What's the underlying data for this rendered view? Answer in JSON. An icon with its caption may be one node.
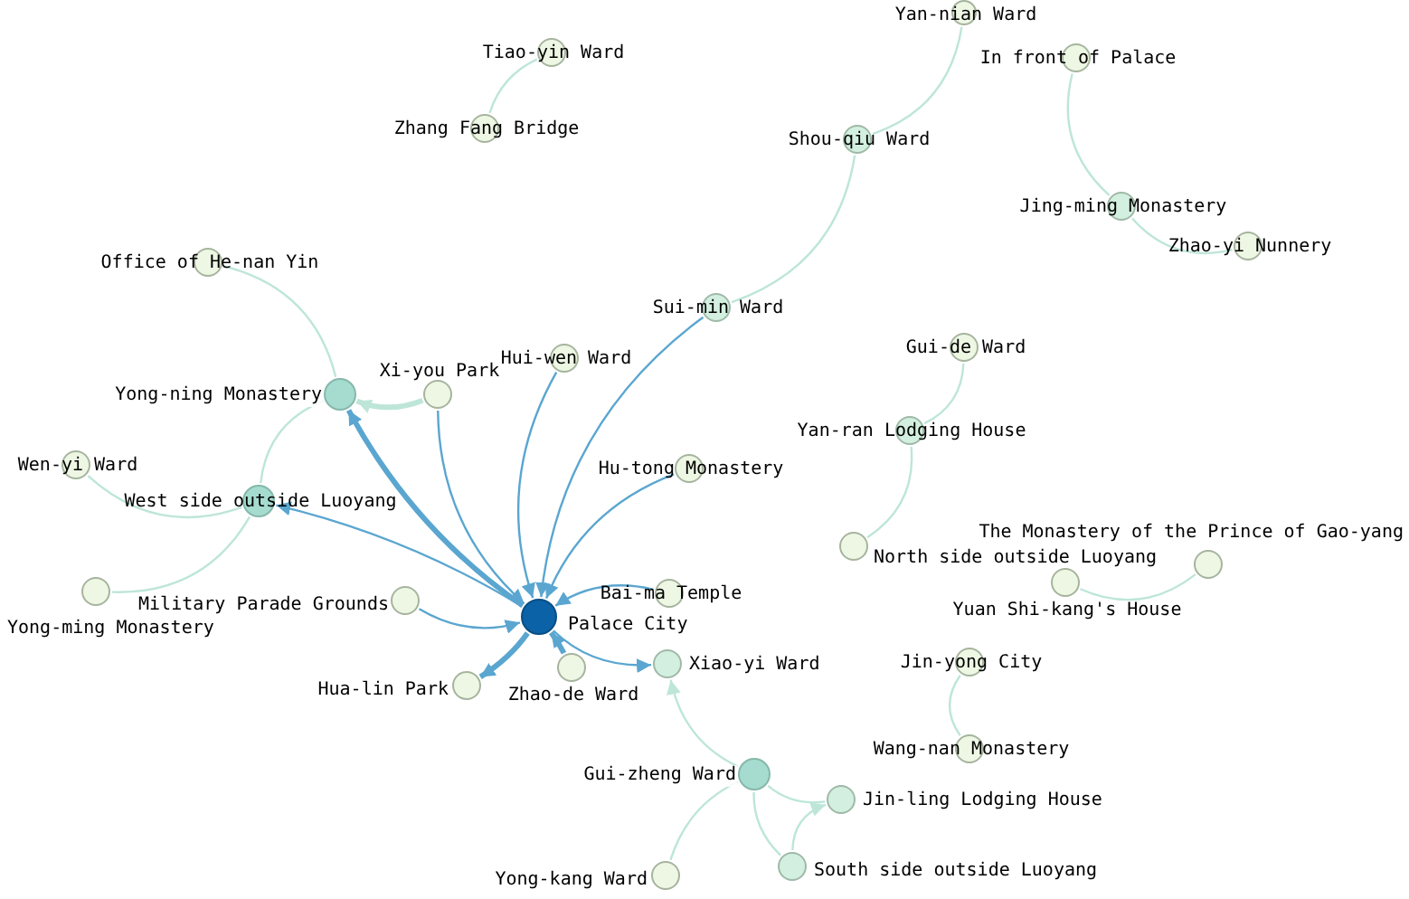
{
  "diagram": {
    "nodes": [
      {
        "text": [
          "Palace City"
        ]
      },
      {
        "text": [
          "Yong-ning Monastery"
        ]
      },
      {
        "text": [
          "Xi-you Park"
        ]
      },
      {
        "text": [
          "Hui-wen Ward"
        ]
      },
      {
        "text": [
          "Hu-tong Monastery"
        ]
      },
      {
        "text": [
          "Sui-min Ward"
        ]
      },
      {
        "text": [
          "Office of He-nan Yin"
        ]
      },
      {
        "text": [
          "West side outside Luoyang"
        ]
      },
      {
        "text": [
          "Wen-yi Ward"
        ]
      },
      {
        "text": [
          "Yong-ming Monastery"
        ]
      },
      {
        "text": [
          "Military Parade Grounds"
        ]
      },
      {
        "text": [
          "Bai-ma Temple"
        ]
      },
      {
        "text": [
          "Zhao-de Ward"
        ]
      },
      {
        "text": [
          "Hua-lin Park"
        ]
      },
      {
        "text": [
          "Xiao-yi Ward"
        ]
      },
      {
        "text": [
          "Gui-zheng Ward"
        ]
      },
      {
        "text": [
          "Jin-ling Lodging House"
        ]
      },
      {
        "text": [
          "South side outside Luoyang"
        ]
      },
      {
        "text": [
          "Yong-kang Ward"
        ]
      },
      {
        "text": [
          "Tiao-yin Ward"
        ]
      },
      {
        "text": [
          "Zhang Fang Bridge"
        ]
      },
      {
        "text": [
          "Yan-nian Ward"
        ]
      },
      {
        "text": [
          "In front of Palace"
        ]
      },
      {
        "text": [
          "Shou-qiu Ward"
        ]
      },
      {
        "text": [
          "Jing-ming Monastery"
        ]
      },
      {
        "text": [
          "Zhao-yi Nunnery"
        ]
      },
      {
        "text": [
          "Gui-de Ward"
        ]
      },
      {
        "text": [
          "Yan-ran Lodging House"
        ]
      },
      {
        "text": [
          "North side outside Luoyang"
        ]
      },
      {
        "text": [
          "The Monastery of the Prince of Gao-yang"
        ]
      },
      {
        "text": [
          "Yuan Shi-kang's House"
        ]
      },
      {
        "text": [
          "Jin-yong City"
        ]
      },
      {
        "text": [
          "Wang-nan Monastery"
        ]
      }
    ],
    "edges": [
      {
        "from": 0,
        "to": 1,
        "arrow": "to",
        "style": "thick",
        "color": "#5aa6d0"
      },
      {
        "from": 2,
        "to": 1,
        "arrow": "to",
        "style": "thick"
      },
      {
        "from": 2,
        "to": 0,
        "arrow": "to",
        "color": "#5aa6d0"
      },
      {
        "from": 3,
        "to": 0,
        "arrow": "to",
        "color": "#5aa6d0"
      },
      {
        "from": 5,
        "to": 0,
        "arrow": "to",
        "color": "#5aa6d0"
      },
      {
        "from": 4,
        "to": 0,
        "arrow": "to",
        "color": "#5aa6d0"
      },
      {
        "from": 0,
        "to": 7,
        "arrow": "to",
        "color": "#5aa6d0"
      },
      {
        "from": 10,
        "to": 0,
        "arrow": "to",
        "color": "#5aa6d0"
      },
      {
        "from": 11,
        "to": 0,
        "arrow": "to",
        "color": "#5aa6d0"
      },
      {
        "from": 0,
        "to": 13,
        "arrow": "to",
        "style": "thick",
        "color": "#5aa6d0"
      },
      {
        "from": 12,
        "to": 0,
        "arrow": "to",
        "style": "thick",
        "color": "#5aa6d0"
      },
      {
        "from": 0,
        "to": 14,
        "arrow": "to",
        "color": "#5aa6d0"
      },
      {
        "from": 6,
        "to": 1,
        "arrow": "none"
      },
      {
        "from": 7,
        "to": 1,
        "arrow": "none"
      },
      {
        "from": 7,
        "to": 8,
        "arrow": "none"
      },
      {
        "from": 7,
        "to": 9,
        "arrow": "none"
      },
      {
        "from": 15,
        "to": 14,
        "arrow": "to"
      },
      {
        "from": 15,
        "to": 16,
        "arrow": "none"
      },
      {
        "from": 15,
        "to": 17,
        "arrow": "none"
      },
      {
        "from": 15,
        "to": 18,
        "arrow": "none"
      },
      {
        "from": 17,
        "to": 16,
        "arrow": "to"
      },
      {
        "from": 19,
        "to": 20,
        "arrow": "none"
      },
      {
        "from": 21,
        "to": 23,
        "arrow": "none"
      },
      {
        "from": 23,
        "to": 5,
        "arrow": "none"
      },
      {
        "from": 22,
        "to": 24,
        "arrow": "none"
      },
      {
        "from": 24,
        "to": 25,
        "arrow": "none"
      },
      {
        "from": 26,
        "to": 27,
        "arrow": "none"
      },
      {
        "from": 27,
        "to": 28,
        "arrow": "none"
      },
      {
        "from": 29,
        "to": 30,
        "arrow": "none"
      },
      {
        "from": 31,
        "to": 32,
        "arrow": "none"
      }
    ]
  }
}
